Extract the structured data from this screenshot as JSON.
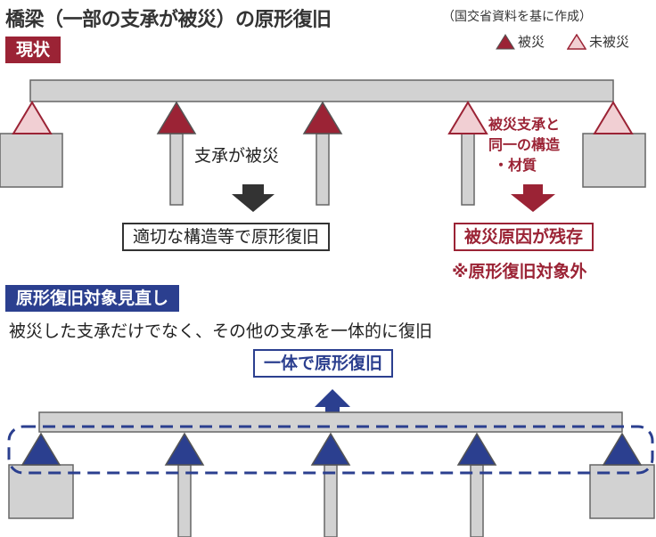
{
  "title": "橋梁（一部の支承が被災）の原形復旧",
  "source": "（国交省資料を基に作成）",
  "legend": {
    "damaged": "被災",
    "undamaged": "未被災"
  },
  "current": {
    "tag": "現状",
    "label_damaged_bearings": "支承が被災",
    "box_restore": "適切な構造等で原形復旧",
    "note_same_structure_lines": [
      "被災支承と",
      "同一の構造",
      "・材質"
    ],
    "box_cause_remains": "被災原因が残存",
    "note_excluded": "※原形復旧対象外"
  },
  "revised": {
    "tag": "原形復旧対象見直し",
    "description": "被災した支承だけでなく、その他の支承を一体的に復旧",
    "box_unified": "一体で原形復旧"
  },
  "colors": {
    "damaged": "#9b2335",
    "undamaged_fill": "#f1cfd3",
    "blue": "#2b3f8f",
    "gray": "#cfcfcf",
    "gray_stroke": "#666666",
    "dark_arrow": "#333333"
  }
}
